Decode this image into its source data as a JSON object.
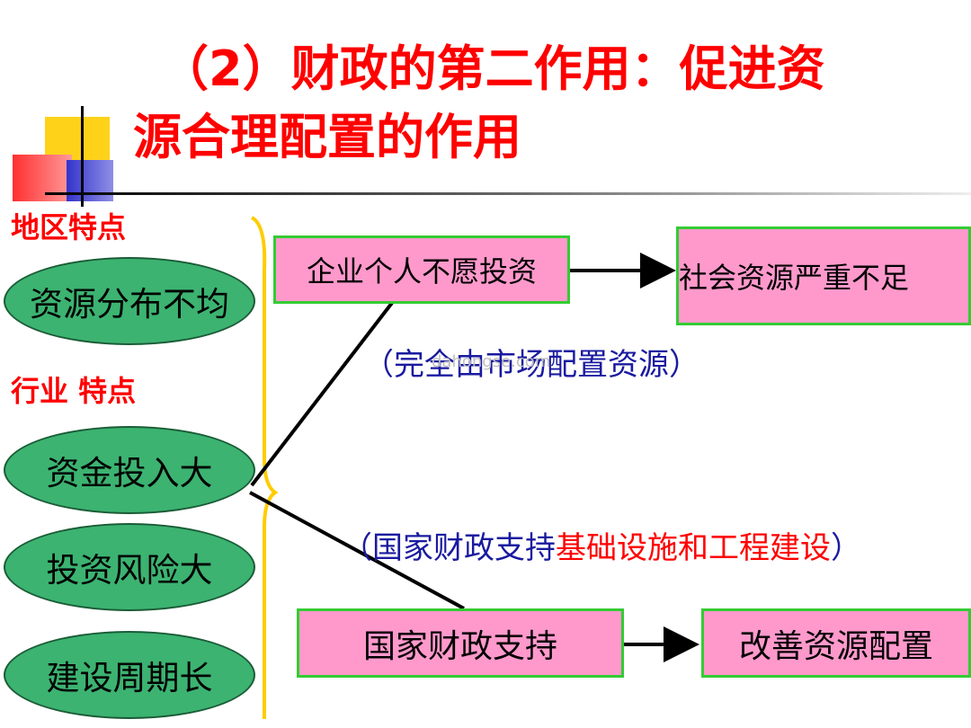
{
  "title": {
    "line1": "（2）财政的第二作用：促进资",
    "line2": "源合理配置的作用"
  },
  "labels": {
    "region": "地区特点",
    "industry": "行业 特点"
  },
  "ellipses": {
    "resource_uneven": "资源分布不均",
    "large_investment": "资金投入大",
    "high_risk": "投资风险大",
    "long_cycle": "建设周期长"
  },
  "boxes": {
    "no_invest": "企业个人不愿投资",
    "shortage": "社会资源严重不足",
    "state_support": "国家财政支持",
    "improve": "改善资源配置"
  },
  "notes": {
    "market_paren_open": "（完全由市场配置资源）",
    "state_open": "（国家财政支持",
    "state_infra": "基础设施和工程建设",
    "state_close": "）"
  },
  "watermark": "dahongse.com",
  "colors": {
    "title": "#ff0000",
    "ellipse_fill": "#3cb371",
    "box_fill": "#ff99cc",
    "box_border": "#33cc33",
    "brace": "#ffcc00",
    "blue_text": "#1a1aa0"
  }
}
